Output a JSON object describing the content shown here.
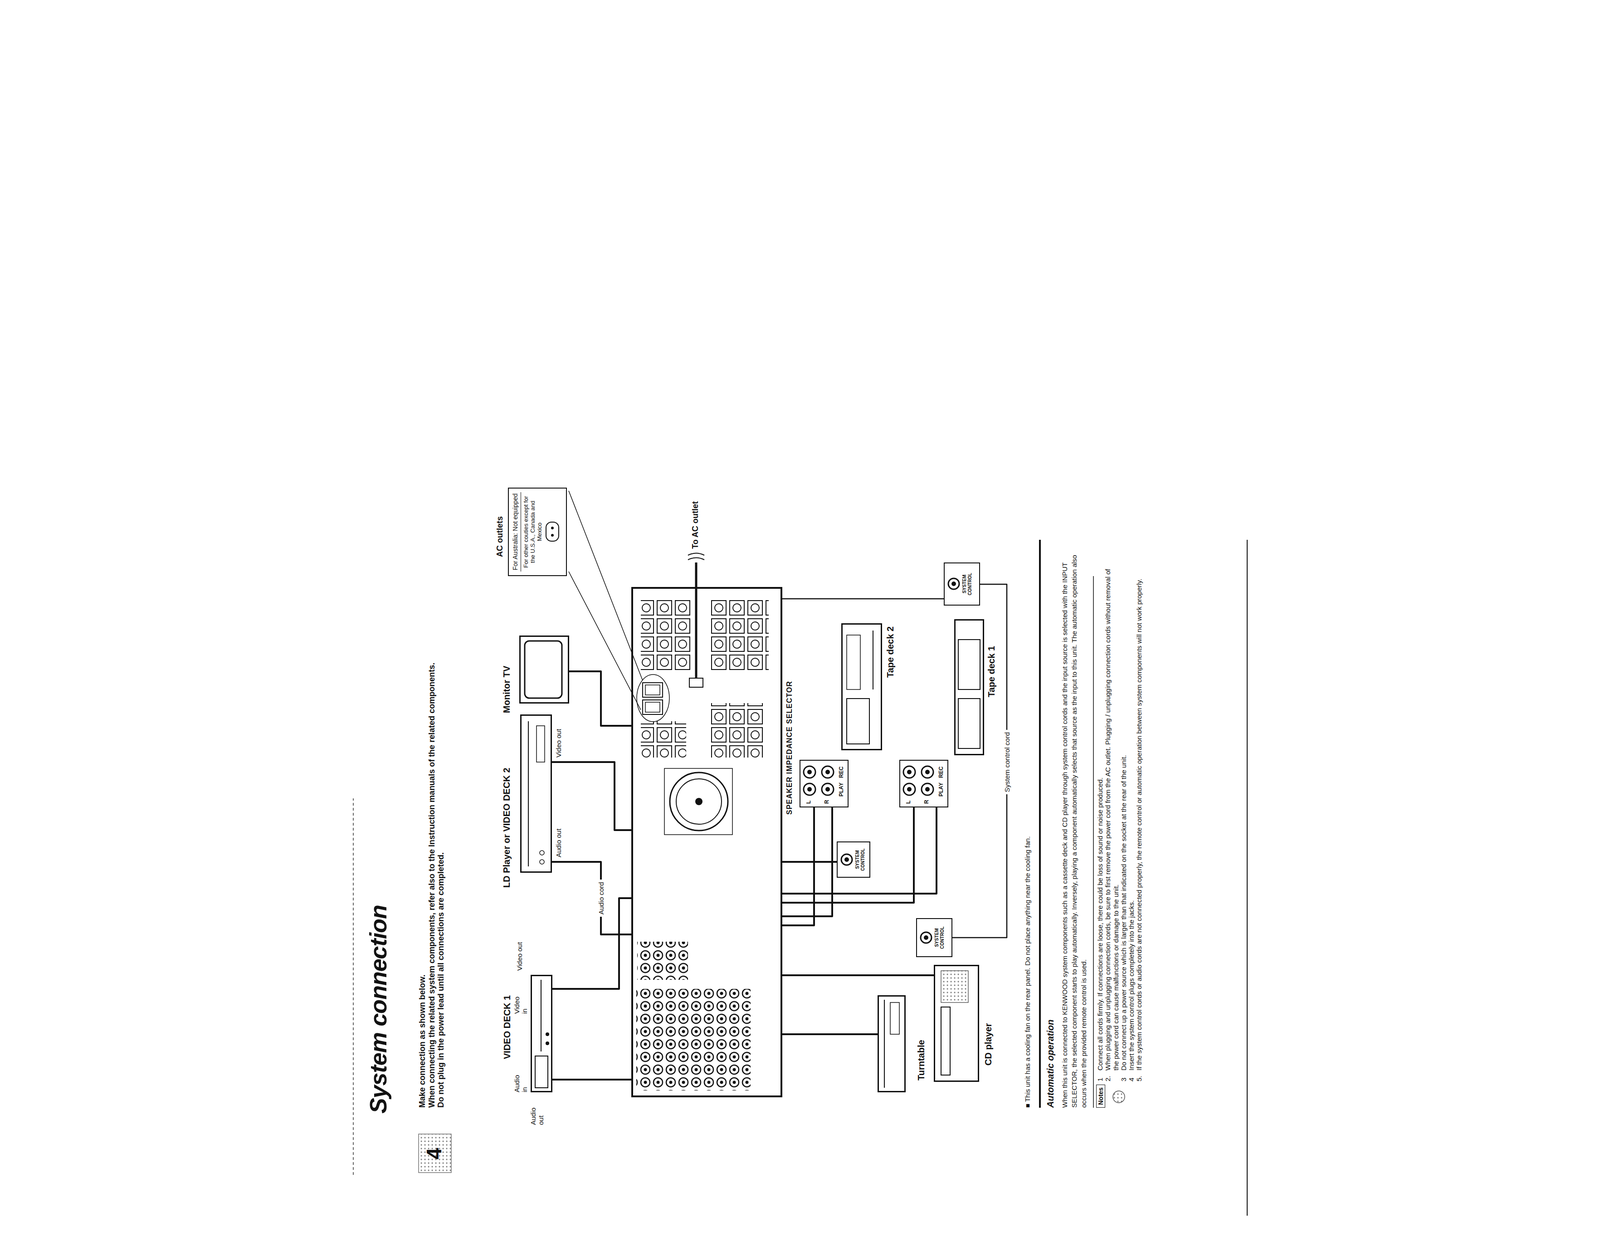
{
  "diagram": {
    "title": "System connection",
    "nodes": [
      {
        "text": [
          "VIDEO DECK 1"
        ]
      },
      {
        "text": [
          "LD Player or VIDEO DECK 2"
        ]
      },
      {
        "text": [
          "Monitor TV"
        ]
      },
      {
        "text": [
          "AC outlets",
          "For Australia: Not equipped",
          "For other couties except for the U.S.A., Canada and Mexico"
        ]
      },
      {
        "text": [
          "SPEAKER IMPEDANCE SELECTOR"
        ]
      },
      {
        "text": [
          "SYSTEM CONTROL"
        ]
      },
      {
        "text": [
          "Turntable"
        ]
      },
      {
        "text": [
          "CD player"
        ]
      },
      {
        "text": [
          "SYSTEM CONTROL"
        ]
      },
      {
        "text": [
          "L",
          "R",
          "PLAY",
          "REC"
        ]
      },
      {
        "text": [
          "Tape deck 2"
        ]
      },
      {
        "text": [
          "L",
          "R",
          "PLAY",
          "REC"
        ]
      },
      {
        "text": [
          "Tape deck 1"
        ]
      },
      {
        "text": [
          "SYSTEM CONTROL"
        ]
      },
      {
        "text": [
          "Notes"
        ]
      }
    ],
    "edges": [
      {
        "from": 0,
        "to": 4,
        "arrow": "none"
      },
      {
        "from": 0,
        "to": 4,
        "arrow": "none"
      },
      {
        "from": 1,
        "to": 4,
        "label": "Audio cord",
        "arrow": "none"
      },
      {
        "from": 1,
        "to": 4,
        "arrow": "none"
      },
      {
        "from": 4,
        "to": 2,
        "arrow": "none"
      },
      {
        "from": 6,
        "to": 4,
        "arrow": "none"
      },
      {
        "from": 7,
        "to": 4,
        "arrow": "none"
      },
      {
        "from": 4,
        "to": 9,
        "arrow": "none"
      },
      {
        "from": 4,
        "to": 9,
        "arrow": "none"
      },
      {
        "from": 4,
        "to": 11,
        "arrow": "none"
      },
      {
        "from": 4,
        "to": 11,
        "arrow": "none"
      },
      {
        "from": 4,
        "to": 5,
        "arrow": "none"
      },
      {
        "from": 8,
        "to": 13,
        "label": "System control cord",
        "arrow": "none"
      },
      {
        "from": 4,
        "to": 13,
        "arrow": "none"
      }
    ],
    "labels": [
      "4",
      "Make connection as shown below.",
      "When connecting the related system components, refer also to the Instruction manuals of the related components.",
      "Do not plug in the power lead until all connections are completed.",
      "Audio out",
      "Audio in",
      "Video in",
      "Video out",
      "Audio out",
      "Video out",
      "To AC outlet",
      "■ This unit has a cooling fan on the rear panel. Do not place anything near the cooling fan.",
      "Automatic operation",
      "When this unit is connected to KENWOOD system components such as a cassette deck and CD player through system control cords and the input source is selected with the INPUT SELECTOR, the selected component starts to play automatically. Inversely, playing a component automatically selects that source as the input to this unit. The automatic operation also occurs when the provided remote control is used.",
      "1",
      "Connect all cords firmly. If connections are loose, there could be loss of sound or noise produced.",
      "2.",
      "When plugging and unplugging connection cords, be sure to first remove the power cord from the AC outlet. Plugging / unplugging connection cords without removal of the power cord can cause malfunctions or damage to the unit.",
      "3",
      "Do not connect up a power source which is larger than that indicated on the socket at the rear of the unit.",
      "4",
      "Insert the system control plugs completely into the jacks.",
      "5.",
      "If the system control cords or audio cords are not connected properly, the remote control or automatic operation between system components will not work properly."
    ]
  }
}
